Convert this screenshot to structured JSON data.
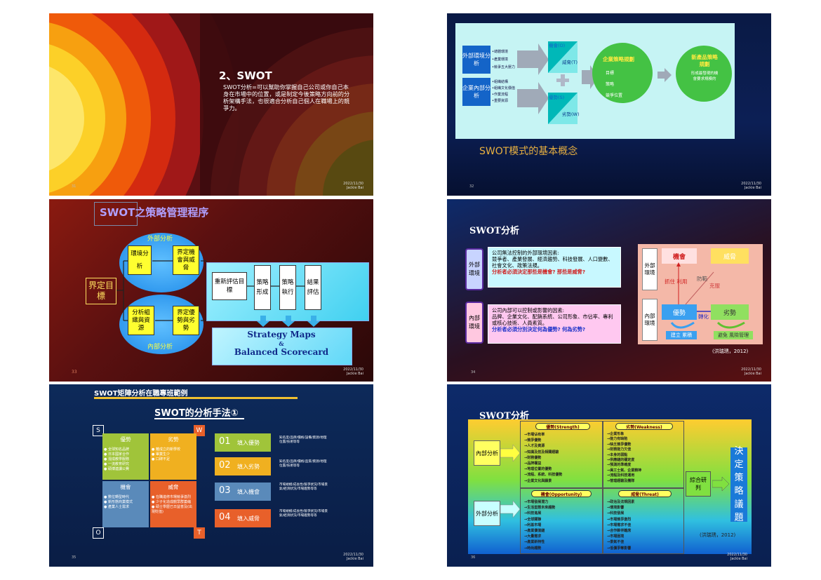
{
  "slide1": {
    "title": "2、SWOT",
    "body": "SWOT分析=可以幫助你掌握自己公司或你自己本身在市場中的位置，或是制定今後策略方向前的分析架構手法，也很適合分析自己個人在職場上的競爭力。",
    "page": "31",
    "date": "2022/11/30",
    "author": "Jackie Bai"
  },
  "slide2": {
    "external_label": "外部環境分析",
    "external_items": [
      "•總體環境",
      "•產業環境",
      "•競爭五大壓力"
    ],
    "internal_label": "企業內部分析",
    "internal_items": [
      "•組織結構",
      "•組織文化價值",
      "•作業流程",
      "•重要資源"
    ],
    "opportunity": "機會(O)",
    "threat": "威脅(T)",
    "strength": "優勢(S)",
    "weakness": "劣勢(W)",
    "strategy_title": "企業策略規劃",
    "strategy_items": [
      "目標",
      "策略",
      "競爭位置"
    ],
    "newprod_title": "新產品策略規劃",
    "newprod_text": "形成最發現的機會要求規模的",
    "caption": "SWOT模式的基本概念",
    "page": "32",
    "date": "2022/11/30",
    "author": "Jackie Bai"
  },
  "slide3": {
    "title": "SWOT之策略管理程序",
    "external": "外部分析",
    "internal": "內部分析",
    "env": "環境分析",
    "define_ot": "界定機會與威脅",
    "org": "分析組織與資源",
    "define_sw": "界定優勢與劣勢",
    "define_target": "界定目標",
    "reassess": "重新評估目標",
    "form": "策略形成",
    "exec": "策略執行",
    "eval": "結果評估",
    "maps1": "Strategy  Maps",
    "maps_amp": "&",
    "maps2": "Balanced Scorecard",
    "page": "33",
    "date": "2022/11/30",
    "author": "Jackie Bai"
  },
  "slide4": {
    "title": "SWOT分析",
    "ext_tag": "外部環境",
    "ext_text1": "公司無法控制的外部環境因素:",
    "ext_text2": "競爭者、產業發展、經濟趨勢、科技發展、人口變數、社會文化、政策法規。",
    "ext_q": "分析者必須決定那些是機會? 那些是威脅?",
    "int_tag": "內部環境",
    "int_text1": "公司內部可以控制或影響的因素:",
    "int_text2": "品牌、企業文化、配銷系統、公司形象、市佔率、專利或核心技術、人員素質。",
    "int_q": "分析者必須分別決定何為優勢? 何為劣勢?",
    "diag_ext": "外部環境",
    "diag_int": "內部環境",
    "opportunity": "機會",
    "threat": "威脅",
    "grasp": "抓住 利用",
    "defend": "防範",
    "overcome": "克服",
    "strength": "優勢",
    "weakness": "劣勢",
    "transform": "轉化",
    "sustain": "建立 累積",
    "avoid": "避免 風險管理",
    "citation": "(洪瑞琇，2012)",
    "page": "34",
    "date": "2022/11/30",
    "author": "Jackie Bai"
  },
  "slide5": {
    "top_title": "SWOT矩陣分析在職專班範例",
    "heading": "SWOT的分析手法①",
    "s_letter": "S",
    "w_letter": "W",
    "o_letter": "O",
    "t_letter": "T",
    "strength_title": "優勢",
    "strength_items": [
      "全球知名品牌",
      "日本國家合作",
      "混成教學服務",
      "一流教育研究",
      "碩博連讀公費"
    ],
    "weakness_title": "劣勢",
    "weakness_items": [
      "離成立的新學校",
      "畢業生少",
      "口碑不足"
    ],
    "opp_title": "機會",
    "opp_items": [
      "數位轉型時代",
      "新形態商業模式",
      "產業人士需求"
    ],
    "threat_title": "威脅",
    "threat_items": [
      "在職進修市場競爭激烈",
      "少子化造成觀眾群萎縮",
      "碩士學歷已日益普及(出現貶值)"
    ],
    "steps": [
      {
        "num": "01",
        "label": "填入優勢",
        "desc": "知名度/品牌/價格/設備/資源/地理位置/技術等等"
      },
      {
        "num": "02",
        "label": "填入劣勢",
        "desc": "知名度/品牌/價格/品質/資源/地理位置/技術等等"
      },
      {
        "num": "03",
        "label": "填入機會",
        "desc": "市場規模/成長性/競爭狀況/市場景氣/經濟狀況/市場趨勢等等"
      },
      {
        "num": "04",
        "label": "填入威脅",
        "desc": "市場規模/成長性/競爭狀況/市場景氣/經濟狀況/市場趨勢等等"
      }
    ],
    "page": "35",
    "date": "2022/11/30",
    "author": "Jackie Bai"
  },
  "slide6": {
    "title": "SWOT分析",
    "int_label": "內部分析",
    "ext_label": "外部分析",
    "strength_title": "優勢(Strength)",
    "strength_items": [
      "→市場佔有率",
      "→競爭優勢",
      "→人才及資源",
      "→知識及技及相關經驗",
      "→財務優勢",
      "→品牌權益",
      "→地理位置的優勢",
      "→流程、系統、科技優勢",
      "→企業文化與願景"
    ],
    "weakness_title": "劣勢(Weakness)",
    "weakness_items": [
      "→企業形象",
      "→能力有缺陷",
      "→缺乏競爭優勢",
      "→財務能力欠佳",
      "→本身的弱點",
      "→供應鏈的穩定度",
      "→預測的準確度",
      "→員工士氣、企業精神",
      "→流程及科技運用",
      "→管理經驗及團隊"
    ],
    "opp_title": "機會(Opportunity)",
    "opp_items": [
      "→市場發展潛力",
      "→生活型態未來趨勢",
      "→科技進展",
      "→全球關聯",
      "→利基市場",
      "→產業價值鏈",
      "→大量需求",
      "→產業新特性",
      "→時尚趨勢"
    ],
    "threat_title": "威脅(Threat)",
    "threat_items": [
      "→政治及法規因素",
      "→環境影響",
      "→科技發展",
      "→市場競爭激烈",
      "→市場需求不佳",
      "→合作夥伴離席",
      "→市場困境",
      "→景氣不佳",
      "→低價爭奪影響"
    ],
    "combine": "綜合研判",
    "decide": "決定策略議題",
    "citation": "(洪瑞琇，2012)",
    "page": "36",
    "date": "2022/11/30",
    "author": "Jackie Bai"
  }
}
